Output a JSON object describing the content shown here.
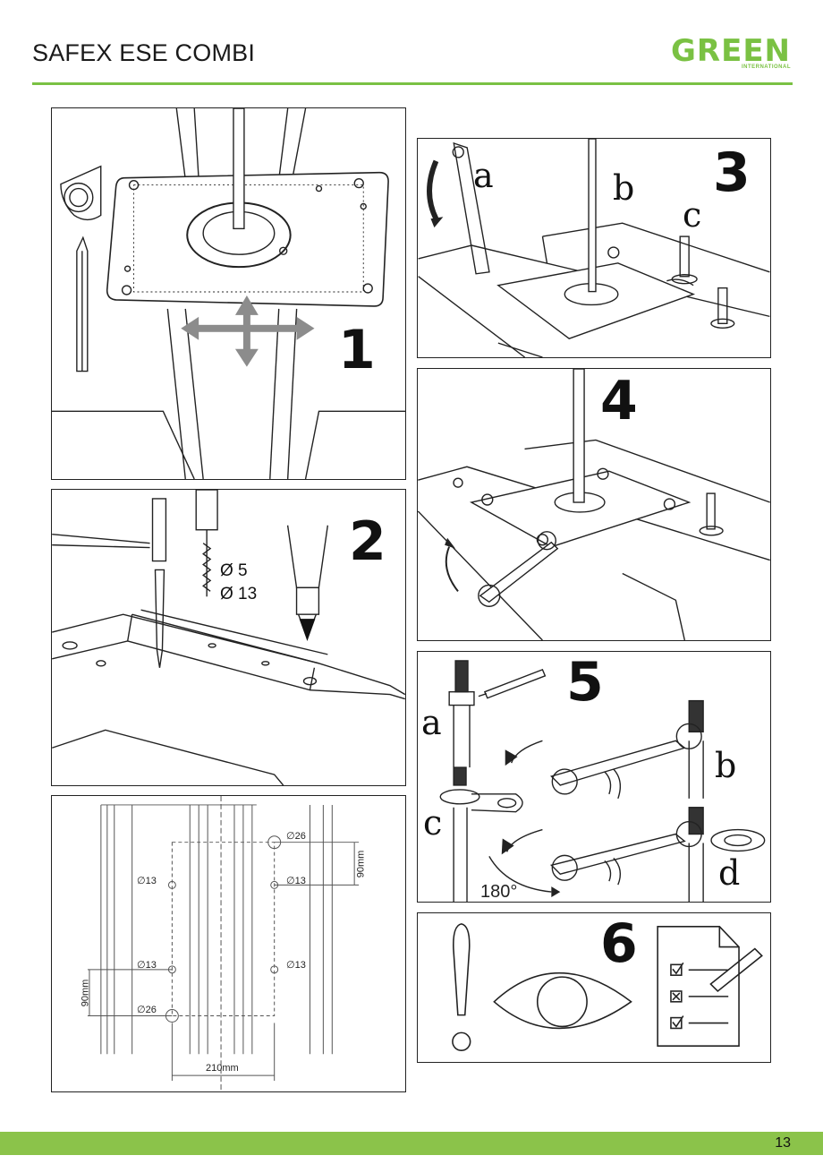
{
  "header": {
    "title": "SAFEX ESE COMBI",
    "logo_word": "GREEN",
    "logo_sub": "INTERNATIONAL"
  },
  "steps": {
    "s1": "1",
    "s2": "2",
    "s3": "3",
    "s4": "4",
    "s5": "5",
    "s6": "6"
  },
  "step2": {
    "dia_small": "Ø 5",
    "dia_large": "Ø 13"
  },
  "step3": {
    "a": "a",
    "b": "b",
    "c": "c"
  },
  "step5": {
    "a": "a",
    "b": "b",
    "c": "c",
    "d": "d",
    "rotation": "180°"
  },
  "drawing": {
    "d26_top": "∅26",
    "d13_left_top": "∅13",
    "d13_right_top": "∅13",
    "d13_left_mid": "∅13",
    "d13_right_mid": "∅13",
    "d26_bottom": "∅26",
    "spacing_right": "90mm",
    "spacing_left": "90mm",
    "width": "210mm"
  },
  "footer": {
    "page": "13"
  },
  "colors": {
    "brand_green": "#7ac143",
    "footer_green": "#8bc34a",
    "arrow_grey": "#8c8c8c"
  }
}
